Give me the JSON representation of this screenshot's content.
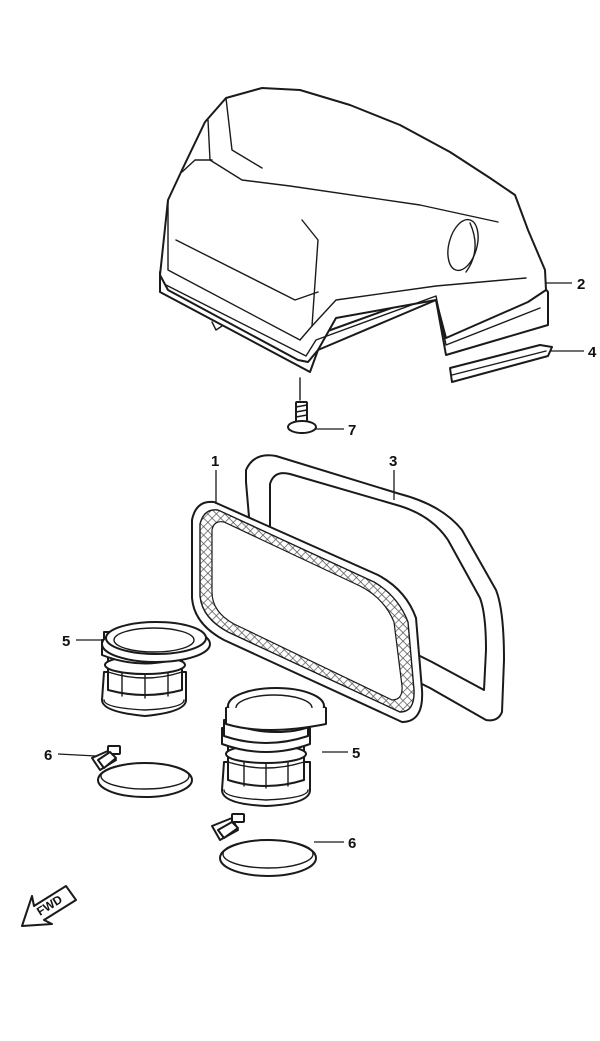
{
  "callouts": {
    "c1": "1",
    "c2": "2",
    "c3": "3",
    "c4": "4",
    "c5a": "5",
    "c5b": "5",
    "c6a": "6",
    "c6b": "6",
    "c7": "7"
  },
  "fwd_label": "FWD",
  "colors": {
    "line": "#1a1a1a",
    "background": "#ffffff",
    "mesh": "#666666"
  }
}
